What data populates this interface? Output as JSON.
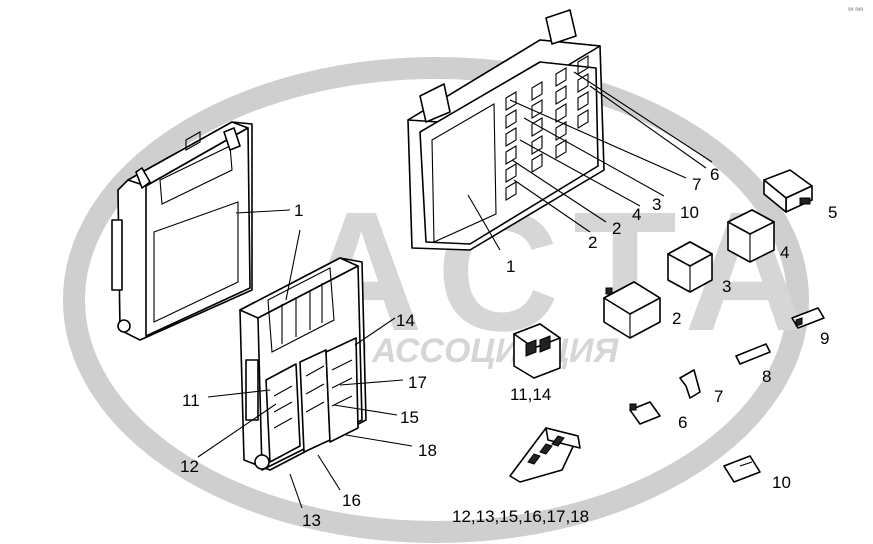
{
  "watermark": {
    "logo_text": "АСТА",
    "caption": "АССОЦИАЦИЯ"
  },
  "corner_mark": "ᵃᵃ ᵃᵃᵃ",
  "labels": {
    "l1_ecu": "1",
    "l1_fusebox": "1",
    "l2_a": "2",
    "l2_b": "2",
    "l2_relay": "2",
    "l3": "3",
    "l3_relay": "3",
    "l4": "4",
    "l4_relay": "4",
    "l5": "5",
    "l6": "6",
    "l6_fuse": "6",
    "l7": "7",
    "l7_clip": "7",
    "l8": "8",
    "l9": "9",
    "l10": "10",
    "l10_clip": "10",
    "l11": "11",
    "l11_14": "11,14",
    "l12": "12",
    "l13": "13",
    "l14": "14",
    "l15": "15",
    "l16": "16",
    "l17": "17",
    "l18": "18",
    "l_connectors": "12,13,15,16,17,18"
  }
}
